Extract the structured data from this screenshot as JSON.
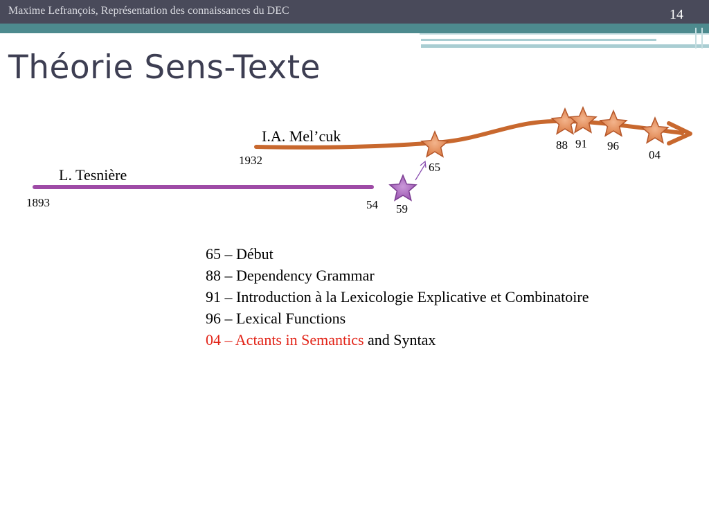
{
  "header": {
    "author_line": "Maxime Lefrançois, Représentation  des  connaissances du DEC",
    "slide_number": "14"
  },
  "title": "Théorie Sens-Texte",
  "timeline": {
    "tesniere": {
      "name": "L. Tesnière",
      "start_year": "1893",
      "end_year": "54",
      "star_year": "59",
      "color": "#9e4ba6"
    },
    "melcuk": {
      "name": "I.A. Mel’cuk",
      "start_year": "1932",
      "color": "#c8682e",
      "stars": [
        "65",
        "88",
        "91",
        "96",
        "04"
      ]
    }
  },
  "events": [
    {
      "year_label": "65 – Début",
      "rest": ""
    },
    {
      "year_label": "88 – Dependency Grammar",
      "rest": ""
    },
    {
      "year_label": "91 – Introduction à la Lexicologie Explicative et Combinatoire",
      "rest": ""
    },
    {
      "year_label": "96 – Lexical Functions",
      "rest": ""
    },
    {
      "year_label": "04 – Actants in Semantics",
      "rest": " and Syntax"
    }
  ],
  "colors": {
    "header": "#494a5a",
    "teal": "#4d8a8e",
    "highlight": "#e22418",
    "star_orange": "#d9773f",
    "star_purple": "#9a52b0"
  }
}
